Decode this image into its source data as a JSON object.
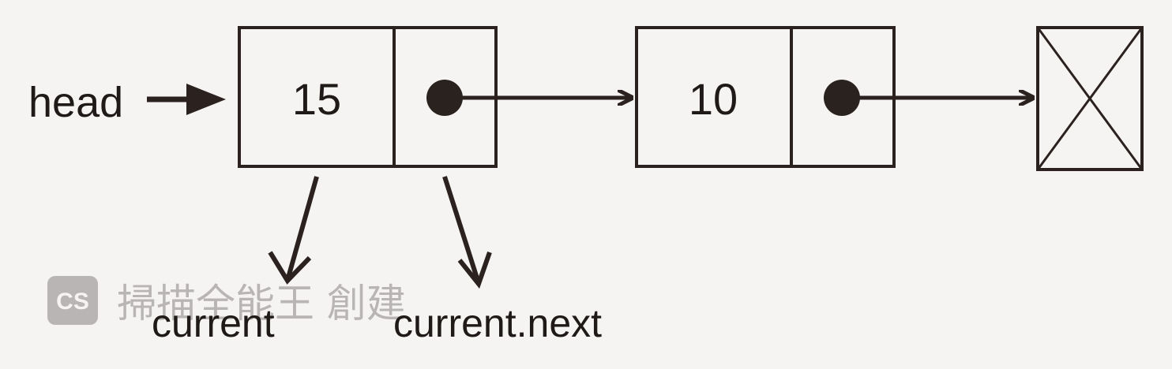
{
  "labels": {
    "head": "head",
    "current": "current",
    "current_next": "current.next"
  },
  "nodes": [
    {
      "value": "15"
    },
    {
      "value": "10"
    }
  ],
  "watermark": {
    "badge": "CS",
    "text": "掃描全能王 創建"
  },
  "colors": {
    "ink": "#2b2220",
    "pointer_dot": "#2a221f",
    "background": "#f6f4f3",
    "watermark": "#b8b5b4"
  }
}
